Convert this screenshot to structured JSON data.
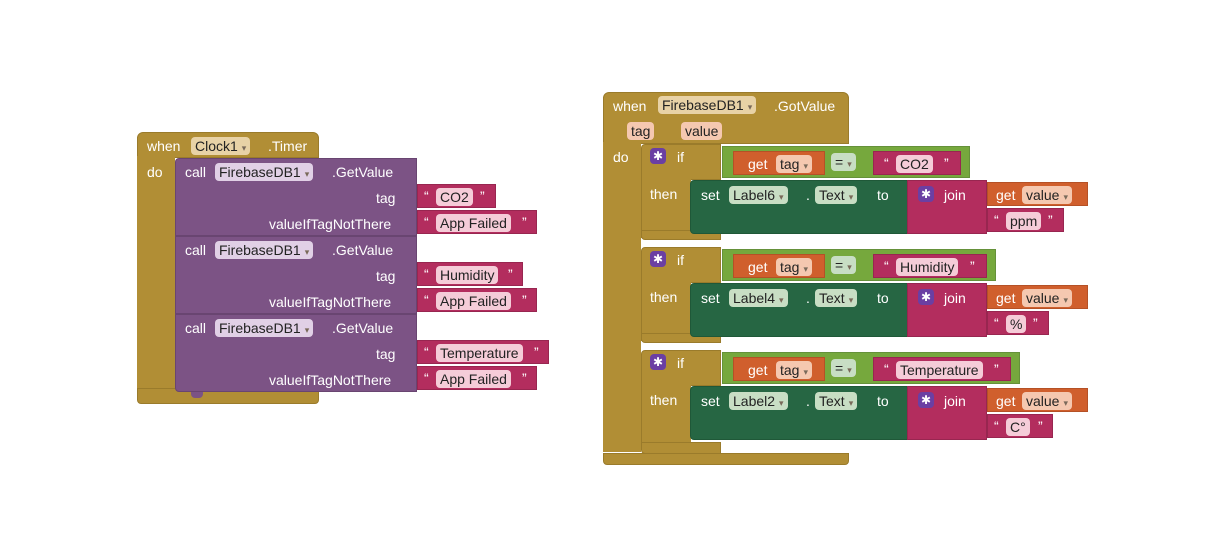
{
  "timer_block": {
    "when": "when",
    "component": "Clock1",
    "event": ".Timer",
    "do": "do",
    "calls": [
      {
        "call": "call",
        "component": "FirebaseDB1",
        "method": ".GetValue",
        "tag_label": "tag",
        "tag_value": "CO2",
        "vitnt_label": "valueIfTagNotThere",
        "vitnt_value": "App Failed"
      },
      {
        "call": "call",
        "component": "FirebaseDB1",
        "method": ".GetValue",
        "tag_label": "tag",
        "tag_value": "Humidity",
        "vitnt_label": "valueIfTagNotThere",
        "vitnt_value": "App Failed"
      },
      {
        "call": "call",
        "component": "FirebaseDB1",
        "method": ".GetValue",
        "tag_label": "tag",
        "tag_value": "Temperature",
        "vitnt_label": "valueIfTagNotThere",
        "vitnt_value": "App Failed"
      }
    ]
  },
  "got_block": {
    "when": "when",
    "component": "FirebaseDB1",
    "event": ".GotValue",
    "param1": "tag",
    "param2": "value",
    "do": "do",
    "ifs": [
      {
        "if": "if",
        "get": "get",
        "var": "tag",
        "op": "=",
        "literal": "CO2",
        "then": "then",
        "set": "set",
        "label": "Label6",
        "dot": ".",
        "prop": "Text",
        "to": "to",
        "join": "join",
        "get2": "get",
        "var2": "value",
        "suffix": "ppm"
      },
      {
        "if": "if",
        "get": "get",
        "var": "tag",
        "op": "=",
        "literal": "Humidity",
        "then": "then",
        "set": "set",
        "label": "Label4",
        "dot": ".",
        "prop": "Text",
        "to": "to",
        "join": "join",
        "get2": "get",
        "var2": "value",
        "suffix": "%"
      },
      {
        "if": "if",
        "get": "get",
        "var": "tag",
        "op": "=",
        "literal": "Temperature",
        "then": "then",
        "set": "set",
        "label": "Label2",
        "dot": ".",
        "prop": "Text",
        "to": "to",
        "join": "join",
        "get2": "get",
        "var2": "value",
        "suffix": "C°"
      }
    ]
  },
  "icons": {
    "dropdown": "▾",
    "mutator": "✱",
    "open_quote": "“",
    "close_quote": "”"
  },
  "colors": {
    "event": "#B18E35",
    "procedure": "#7C5385",
    "text": "#B32D5E",
    "logic": "#76A83D",
    "variable": "#D05F2D",
    "setter": "#266643"
  }
}
